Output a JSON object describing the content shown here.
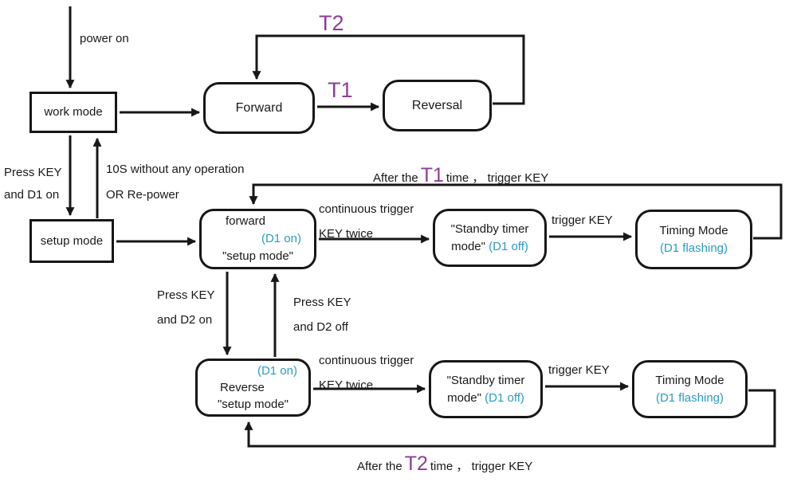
{
  "colors": {
    "purple": "#8e3d97",
    "cyan": "#2b9cc4",
    "ink": "#171717"
  },
  "nodes": {
    "work_mode": {
      "label": "work mode"
    },
    "forward": {
      "label": "Forward"
    },
    "reversal": {
      "label": "Reversal"
    },
    "setup_mode": {
      "label": "setup mode"
    },
    "forward_setup": {
      "line1": "forward",
      "line2": "(D1 on)",
      "line3": "\"setup mode\""
    },
    "standby_timer_1": {
      "line1": "\"Standby timer",
      "line2a": "mode\"",
      "line2b": "(D1 off)"
    },
    "timing_mode_1": {
      "line1": "Timing Mode",
      "line2": "(D1 flashing)"
    },
    "reverse_setup": {
      "line1": "(D1 on)",
      "line2": "Reverse",
      "line3": "\"setup mode\""
    },
    "standby_timer_2": {
      "line1": "\"Standby timer",
      "line2a": "mode\"",
      "line2b": "(D1 off)"
    },
    "timing_mode_2": {
      "line1": "Timing Mode",
      "line2": "(D1 flashing)"
    }
  },
  "edge_labels": {
    "power_on": "power on",
    "t2_top": "T2",
    "t1_top": "T1",
    "press_key_d1_line1": "Press KEY",
    "press_key_d1_line2": "and D1 on",
    "timeout_line1": "10S without any operation",
    "timeout_line2": "OR Re-power",
    "after_t1_prefix": "After the",
    "after_t1_time": "T1",
    "after_t1_suffix": "time ， trigger KEY",
    "continuous_trigger_1_line1": "continuous trigger",
    "continuous_trigger_1_line2": "KEY twice",
    "trigger_key_1": "trigger KEY",
    "press_key_d2_on_line1": "Press KEY",
    "press_key_d2_on_line2": "and D2 on",
    "press_key_d2_off_line1": "Press KEY",
    "press_key_d2_off_line2": "and D2 off",
    "continuous_trigger_2_line1": "continuous trigger",
    "continuous_trigger_2_line2": "KEY twice",
    "trigger_key_2": "trigger KEY",
    "after_t2_prefix": "After the",
    "after_t2_time": "T2",
    "after_t2_suffix": "time ， trigger KEY"
  }
}
